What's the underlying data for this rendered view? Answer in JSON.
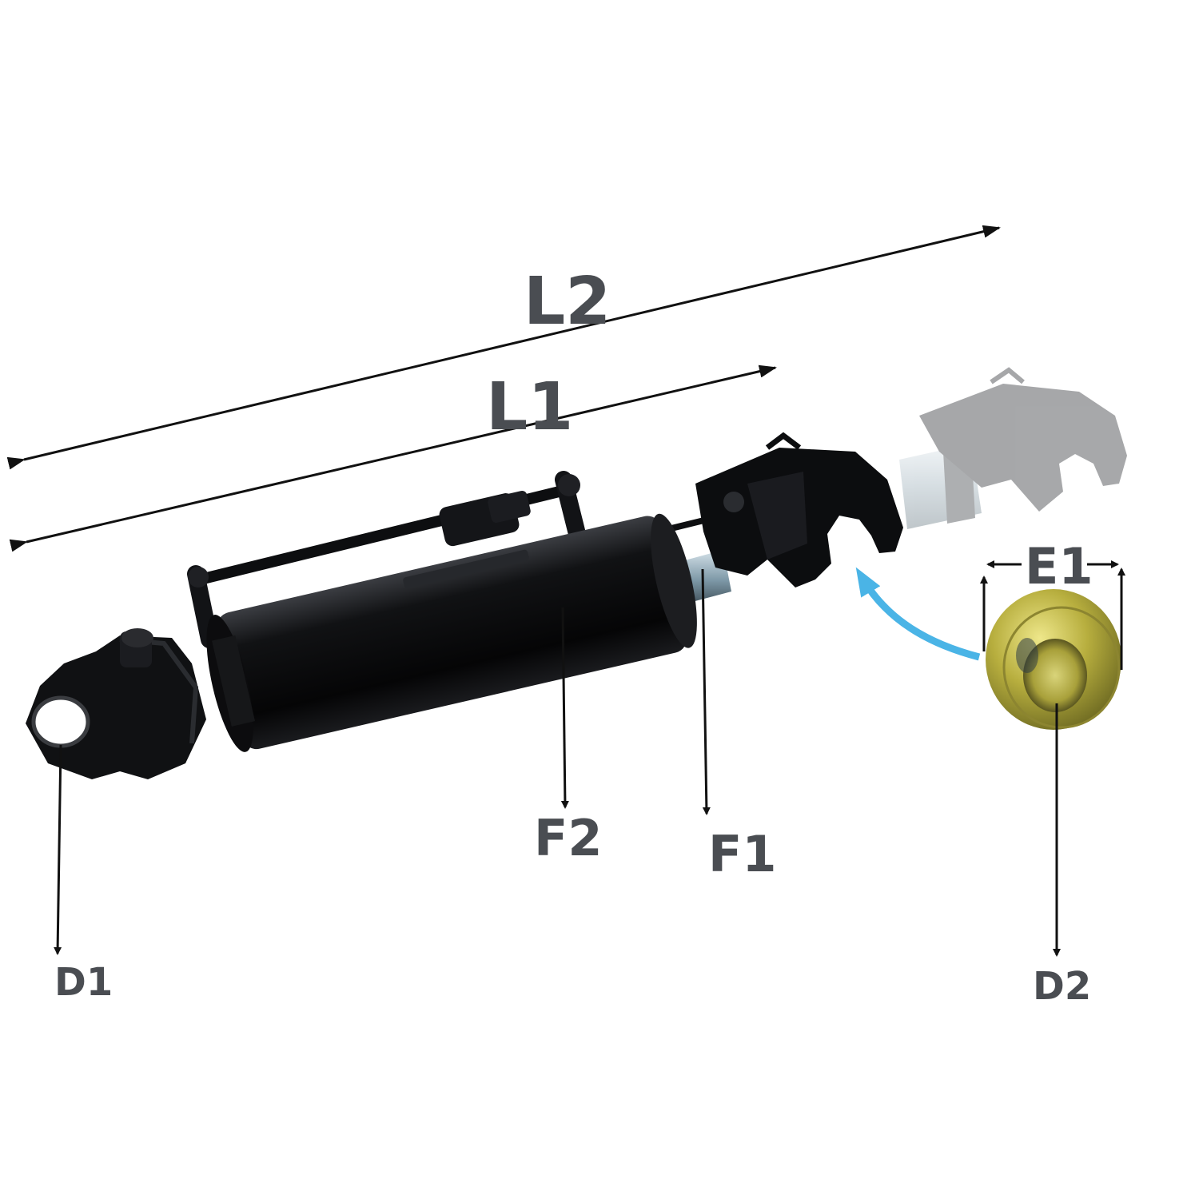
{
  "labels": {
    "l2": "L2",
    "l1": "L1",
    "e1": "E1",
    "f2": "F2",
    "f1": "F1",
    "d1": "D1",
    "d2": "D2"
  },
  "colors": {
    "label": "#4a4d52",
    "dimension_line": "#111111",
    "cylinder_body": "#0b0b0d",
    "rod": "#8fa7b3",
    "ghost_hook": "#8a8a8a",
    "ball": "#b9b347",
    "swap_arrow": "#4ab4e6"
  },
  "icons": {
    "cylinder": "hydraulic-top-link-cylinder",
    "hook": "quick-coupler-hook",
    "ball": "ball-bushing",
    "arrow": "curved-swap-arrow"
  }
}
